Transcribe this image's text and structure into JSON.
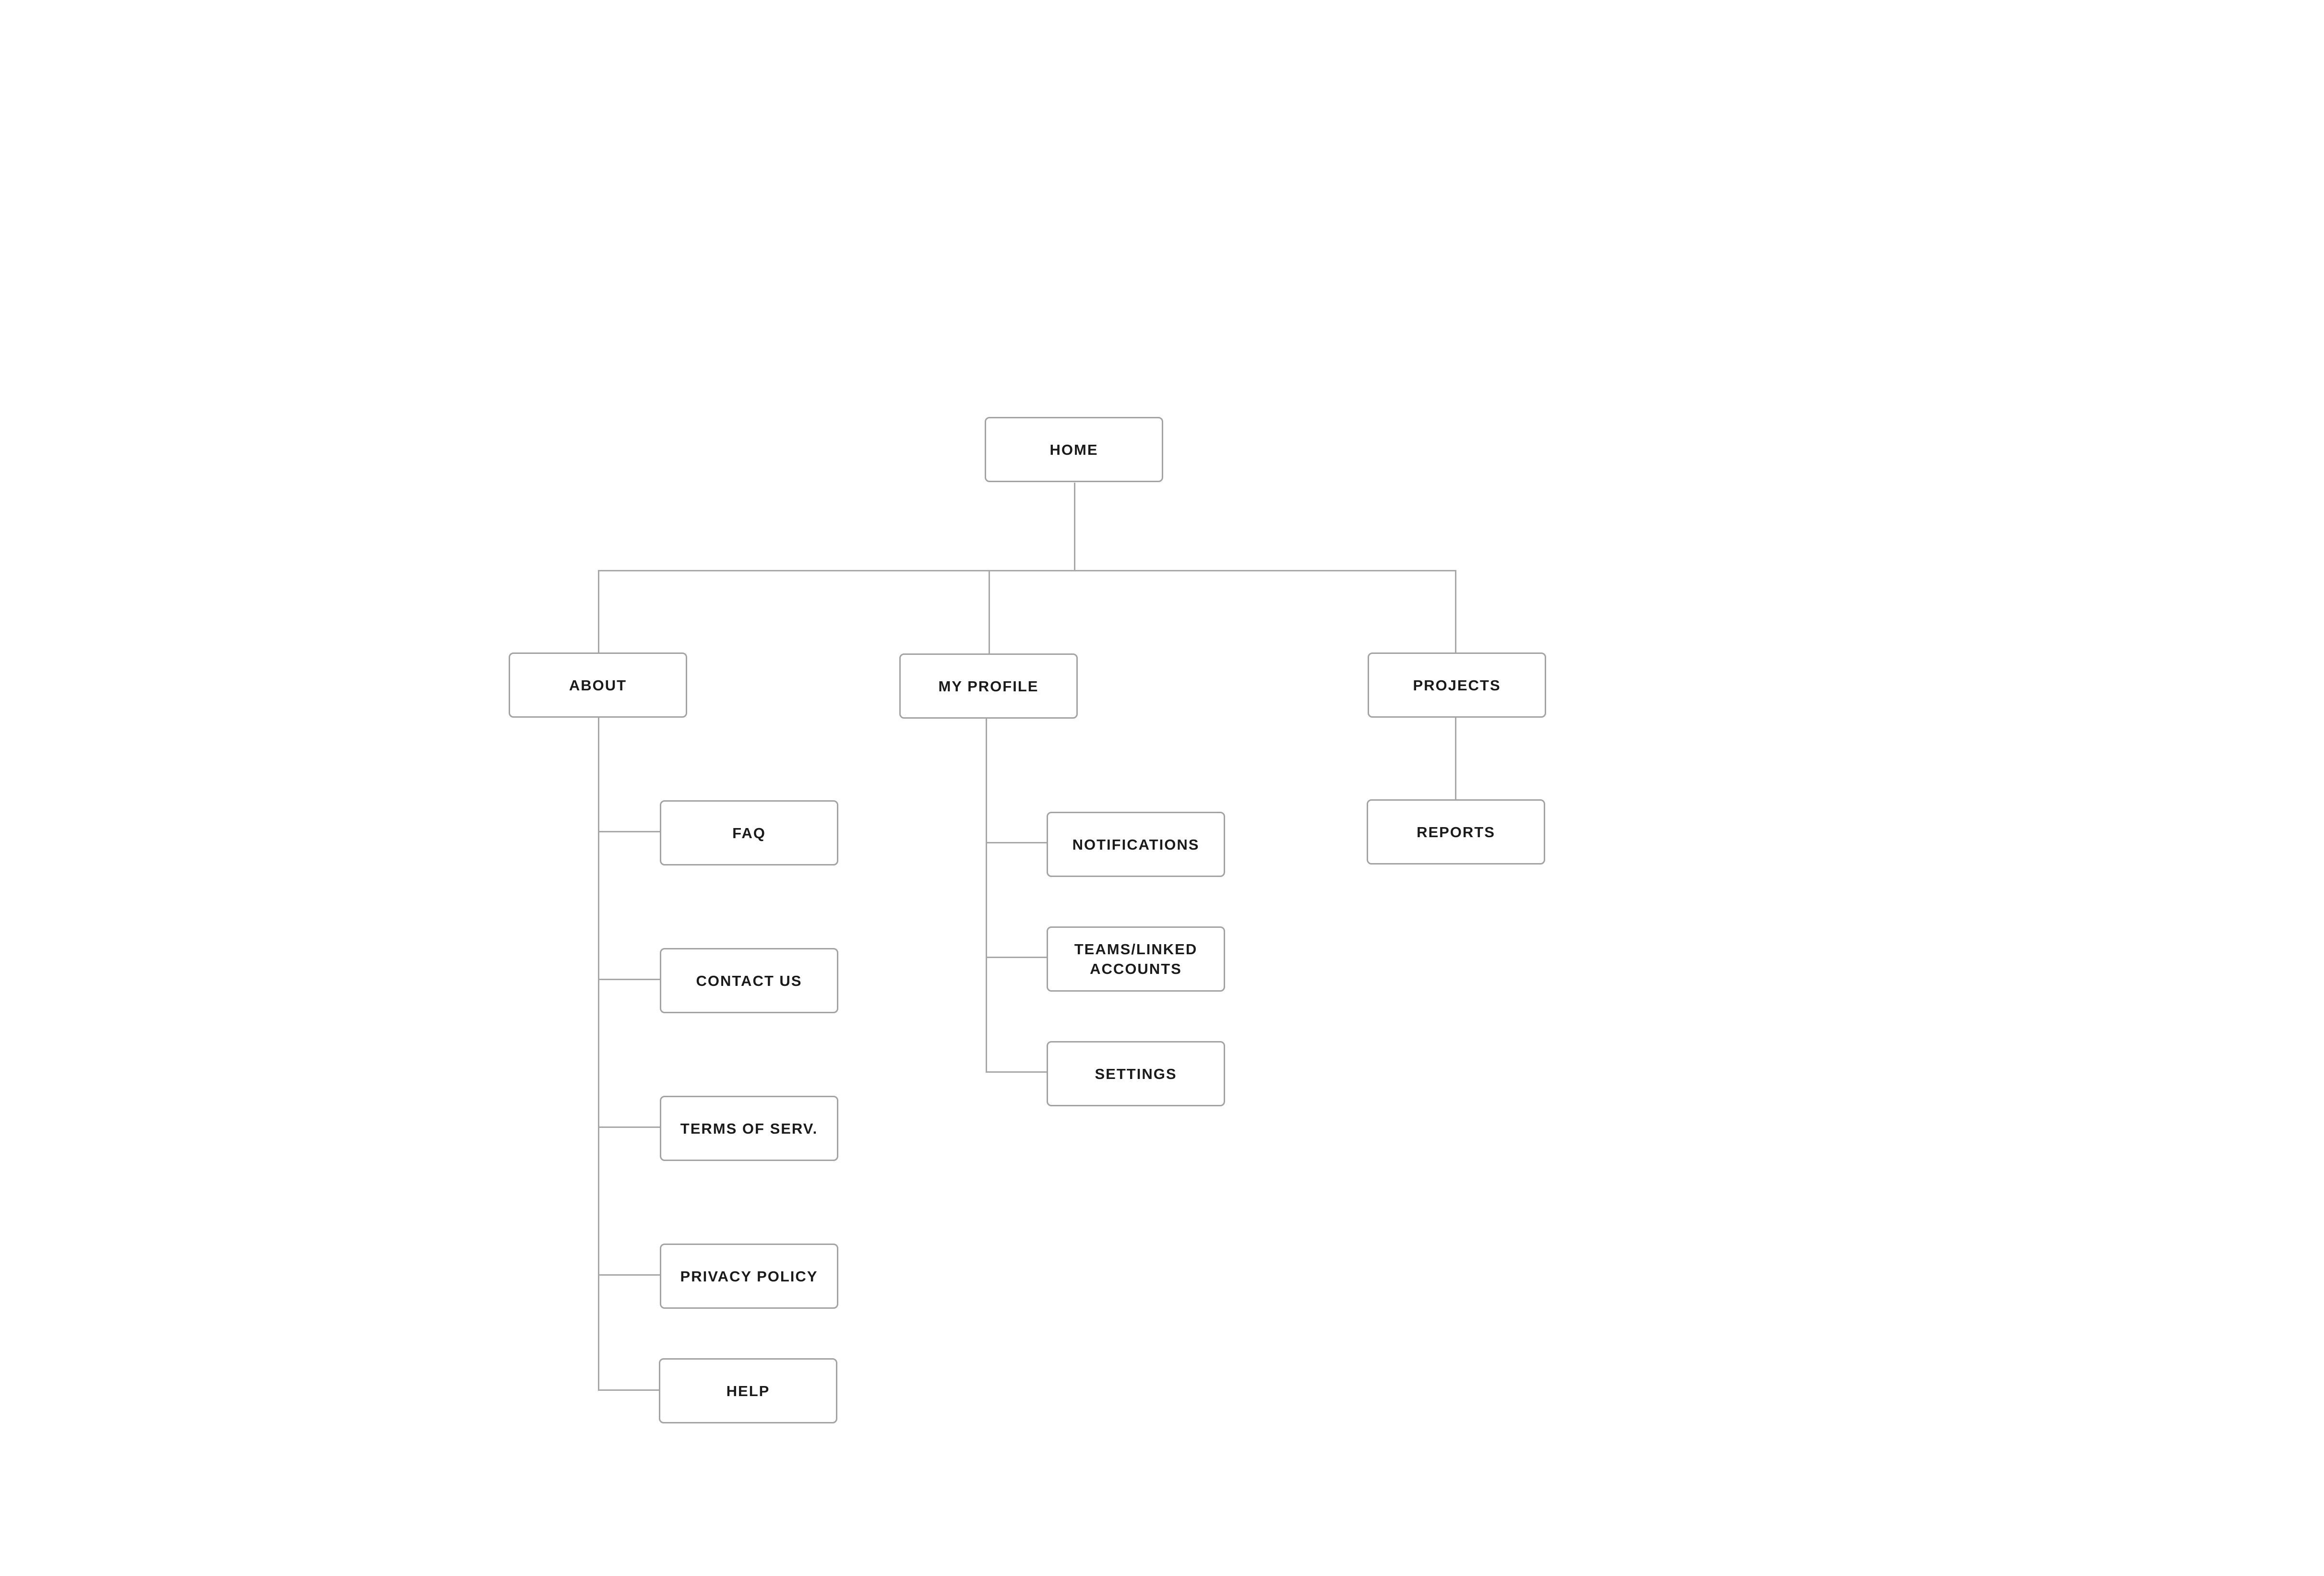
{
  "sitemap": {
    "home": "HOME",
    "sections": {
      "about": {
        "label": "ABOUT",
        "children": [
          "FAQ",
          "CONTACT US",
          "TERMS OF SERV.",
          "PRIVACY POLICY",
          "HELP"
        ]
      },
      "my_profile": {
        "label": "MY PROFILE",
        "children": [
          "NOTIFICATIONS",
          "TEAMS/LINKED\nACCOUNTS",
          "SETTINGS"
        ]
      },
      "projects": {
        "label": "PROJECTS",
        "children": [
          "REPORTS"
        ]
      }
    }
  },
  "colors": {
    "connector": "#a8a8a8",
    "node_border": "#a3a3a3",
    "label_text": "#1a1a1a",
    "background": "#ffffff"
  }
}
